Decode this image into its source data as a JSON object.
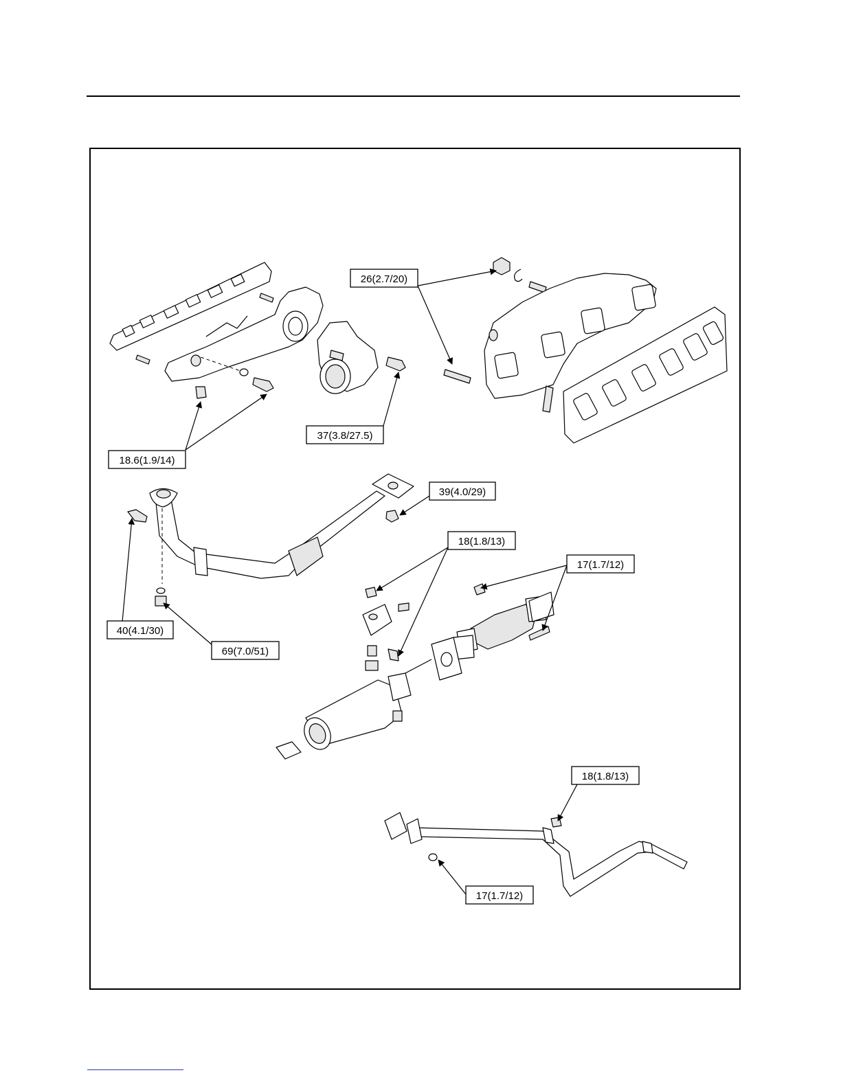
{
  "callouts": {
    "c26": "26(2.7/20)",
    "c18_6": "18.6(1.9/14)",
    "c37": "37(3.8/27.5)",
    "c39": "39(4.0/29)",
    "c18a": "18(1.8/13)",
    "c17a": "17(1.7/12)",
    "c40": "40(4.1/30)",
    "c69": "69(7.0/51)",
    "c18b": "18(1.8/13)",
    "c17b": "17(1.7/12)"
  },
  "colors": {
    "line": "#000000",
    "background": "#ffffff",
    "footer_rule": "#2a3aa8"
  }
}
